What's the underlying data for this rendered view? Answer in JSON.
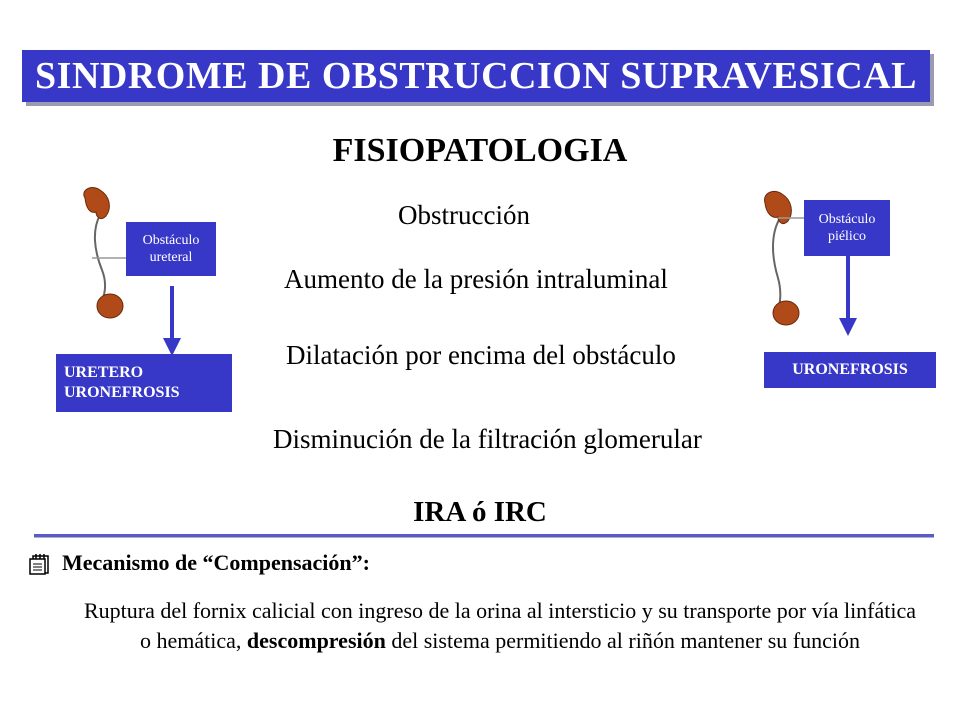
{
  "header": {
    "title": "SINDROME DE OBSTRUCCION  SUPRAVESICAL"
  },
  "subtitle": "FISIOPATOLOGIA",
  "flow": {
    "step1": "Obstrucción",
    "step2": "Aumento  de la presión intraluminal",
    "step3": "Dilatación por encima del obstáculo",
    "step4": "Disminución  de la filtración glomerular",
    "result": "IRA ó IRC"
  },
  "left_figure": {
    "label_line1": "Obstáculo",
    "label_line2": "ureteral",
    "result_line1": "URETERO",
    "result_line2": "URONEFROSIS"
  },
  "right_figure": {
    "label_line1": "Obstáculo",
    "label_line2": "piélico",
    "result": "URONEFROSIS"
  },
  "mechanism": {
    "heading": "Mecanismo de “Compensación”:",
    "text_part1": "Ruptura del fornix calicial con ingreso de la orina al intersticio y su transporte por vía linfática o hemática, ",
    "text_bold": "descompresión",
    "text_part2": " del sistema permitiendo al riñón mantener su función"
  },
  "colors": {
    "accent": "#3838c8",
    "kidney": "#b04a18"
  },
  "icons": {
    "bullet": "notepad-icon"
  }
}
